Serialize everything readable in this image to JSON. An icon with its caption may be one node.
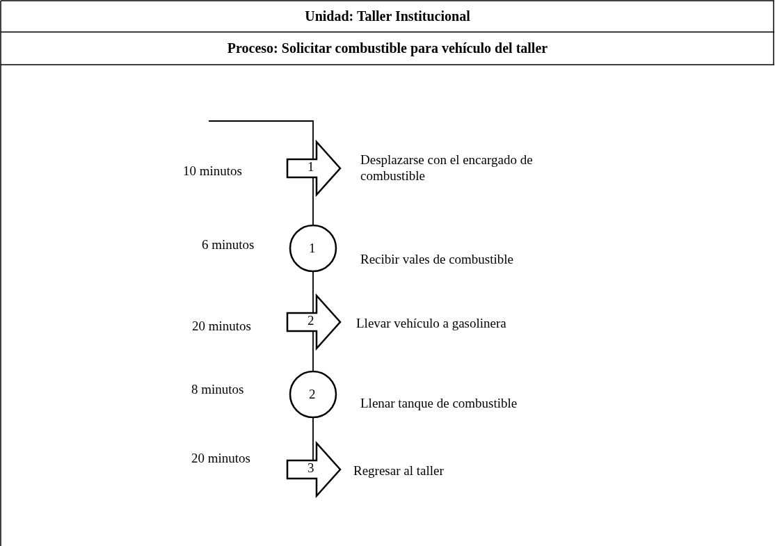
{
  "diagram": {
    "nodes": [
      {
        "text": [
          "1"
        ],
        "beside": [
          "10 minutos",
          "Desplazarse con el encargado de combustible"
        ]
      },
      {
        "text": [
          "1"
        ],
        "beside": [
          "6 minutos",
          "Recibir vales de combustible"
        ]
      },
      {
        "text": [
          "2"
        ],
        "beside": [
          "20 minutos",
          "Llevar vehículo a gasolinera"
        ]
      },
      {
        "text": [
          "2"
        ],
        "beside": [
          "8 minutos",
          "Llenar tanque de combustible"
        ]
      },
      {
        "text": [
          "3"
        ],
        "beside": [
          "20 minutos",
          "Regresar al taller"
        ]
      }
    ],
    "edges": [
      {
        "from": null,
        "to": 0,
        "arrow": "none"
      },
      {
        "from": 0,
        "to": 1,
        "arrow": "none"
      },
      {
        "from": 1,
        "to": 2,
        "arrow": "none"
      },
      {
        "from": 2,
        "to": 3,
        "arrow": "none"
      },
      {
        "from": 3,
        "to": 4,
        "arrow": "none"
      }
    ],
    "labels": [
      "Unidad: Taller Institucional",
      "Proceso: Solicitar combustible para vehículo del taller"
    ]
  }
}
